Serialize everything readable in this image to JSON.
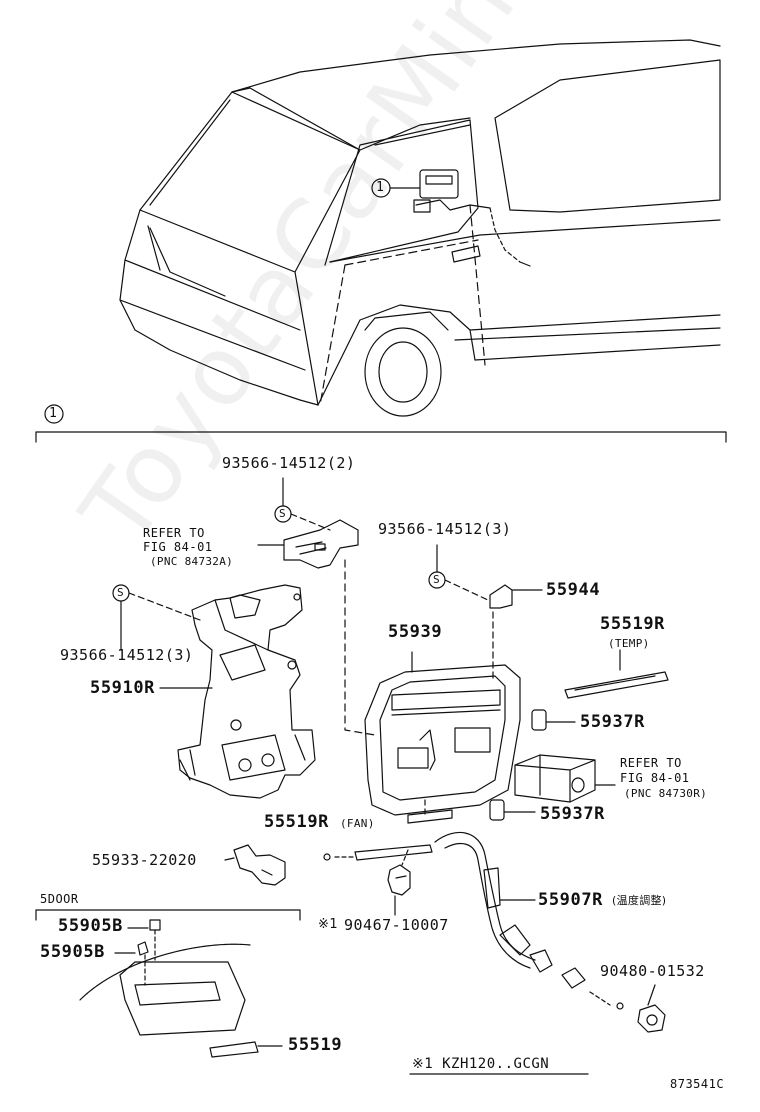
{
  "labels": {
    "callout_top": "1",
    "callout_section": "1",
    "clip_top": "93566-14512(2)",
    "clip_mid": "93566-14512(3)",
    "clip_left": "93566-14512(3)",
    "s_mark": "S",
    "refer_a_line1": "REFER TO",
    "refer_a_line2": "FIG 84-01",
    "refer_a_line3": "(PNC 84732A)",
    "refer_b_line1": "REFER TO",
    "refer_b_line2": "FIG 84-01",
    "refer_b_line3": "(PNC 84730R)",
    "p55944": "55944",
    "p55939": "55939",
    "p55519R": "55519R",
    "temp": "(TEMP)",
    "p55910R": "55910R",
    "p55937R_a": "55937R",
    "p55937R_b": "55937R",
    "p55519R_fan": "55519R",
    "fan": "(FAN)",
    "p55933": "55933-22020",
    "p55907R": "55907R",
    "p55907R_note": "(温度調整)",
    "note_mark": "※1",
    "p90467": "90467-10007",
    "p90480": "90480-01532",
    "door_label": "5DOOR",
    "p55905B_a": "55905B",
    "p55905B_b": "55905B",
    "p55519": "55519",
    "footnote": "※1 KZH120..GCGN",
    "fig_code": "873541C"
  },
  "watermark": "ToyotaCarMine.ru"
}
